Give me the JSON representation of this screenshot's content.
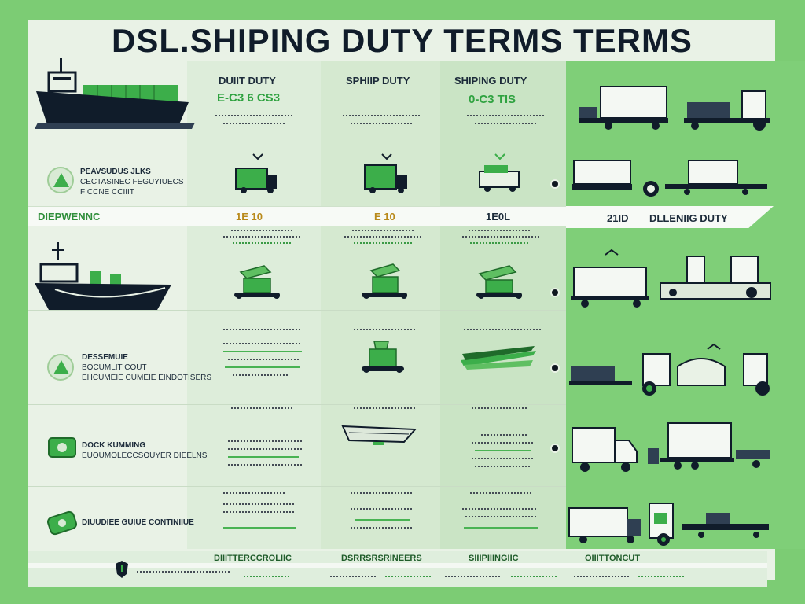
{
  "title": "DSL.SHIPING DUTY TERMS TERMS",
  "columns": [
    {
      "label": "DUIIT DUTY",
      "sub": "E-C3 6 CS3"
    },
    {
      "label": "SPHIIP DUTY",
      "sub": ""
    },
    {
      "label": "SHIPING DUTY",
      "sub": "0-C3 TIS"
    }
  ],
  "band": {
    "left_label": "DIEPWENNC",
    "values": [
      "1E 10",
      "E 10",
      "1E0L"
    ],
    "right_year": "21ID",
    "right_label": "DLLENIIG DUTY"
  },
  "row_labels": [
    {
      "title": "PEAVSUDUS JLKS",
      "lines": [
        "CECTASINEC FEGUYIUECS",
        "FICCNE CCIIIT"
      ]
    },
    {
      "title": "DESSEMUIE",
      "lines": [
        "BOCUMLIT COUT",
        "EHCUMEIE CUMEIE EINDOTISERS"
      ]
    },
    {
      "title": "DOCK KUMMING",
      "lines": [
        "EUOUMOLECCSOUYER DIEELNS"
      ]
    },
    {
      "title": "DIUUDIEE GUIUE CONTINIIUE",
      "lines": []
    }
  ],
  "footer": {
    "labels": [
      "DIIITTERCCROLIIC",
      "DSRRSRSRINEERS",
      "SIIIPIIINGIIC",
      "OIIITTONCUT"
    ]
  },
  "colors": {
    "background": "#7ccc74",
    "board": "#e9f2e6",
    "navy": "#101c2a",
    "accent_green": "#3cae4a"
  }
}
